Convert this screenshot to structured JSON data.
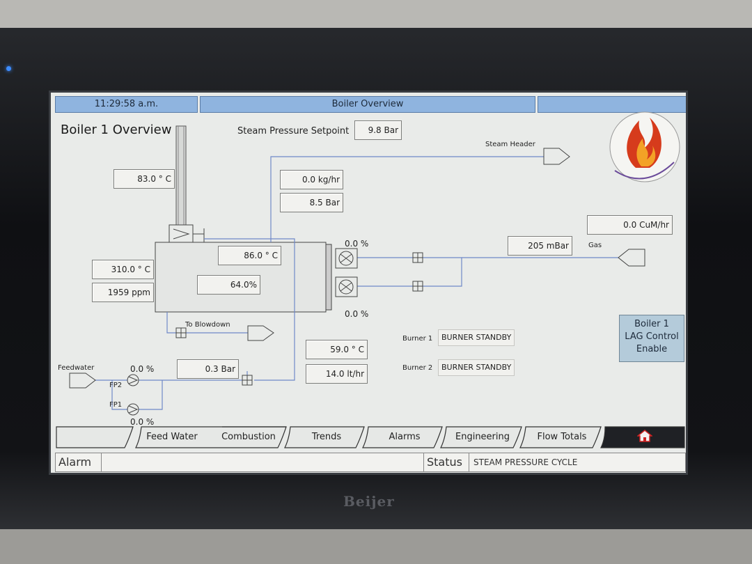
{
  "header": {
    "time": "11:29:58 a.m.",
    "title": "Boiler Overview"
  },
  "page": {
    "title": "Boiler 1 Overview",
    "steam_setpoint_label": "Steam Pressure Setpoint",
    "steam_setpoint_value": "9.8 Bar"
  },
  "readings": {
    "flue_temp": "83.0 ° C",
    "steam_flow": "0.0 kg/hr",
    "steam_pressure": "8.5 Bar",
    "boiler_temp": "86.0 ° C",
    "stack_temp": "310.0 ° C",
    "tds": "1959 ppm",
    "level": "64.0%",
    "fan1_percent": "0.0 %",
    "fan2_percent": "0.0 %",
    "gas_pressure": "205 mBar",
    "gas_flow": "0.0 CuM/hr",
    "feed_temp": "59.0 ° C",
    "feed_flow": "14.0 lt/hr",
    "feed_pressure": "0.3 Bar",
    "pump2_percent": "0.0 %",
    "pump1_percent": "0.0 %"
  },
  "labels": {
    "steam_header": "Steam Header",
    "gas": "Gas",
    "to_blowdown": "To Blowdown",
    "feedwater": "Feedwater",
    "fp2": "FP2",
    "fp1": "FP1",
    "burner1": "Burner 1",
    "burner2": "Burner 2"
  },
  "burners": {
    "burner1_status": "BURNER STANDBY",
    "burner2_status": "BURNER STANDBY"
  },
  "lag_button": {
    "line1": "Boiler 1",
    "line2": "LAG Control",
    "line3": "Enable"
  },
  "tabs": [
    "",
    "Feed Water",
    "Combustion",
    "Trends",
    "Alarms",
    "Engineering",
    "Flow Totals"
  ],
  "statusbar": {
    "alarm_label": "Alarm",
    "status_label": "Status",
    "status_message": "STEAM PRESSURE CYCLE"
  },
  "device": {
    "brand": "Beijer"
  },
  "colors": {
    "titlebar": "#8fb4df",
    "screen_bg": "#e9ebe9",
    "pipe": "#6f88c8",
    "lag_button": "#b4cbda",
    "flame_outer": "#d63b1c",
    "flame_inner": "#f3a226"
  },
  "icons": {
    "home_tab": "home-icon",
    "logo": "flame-logo",
    "fans": "fan-icon",
    "valves": "valve-icon",
    "pumps": "pump-icon"
  }
}
